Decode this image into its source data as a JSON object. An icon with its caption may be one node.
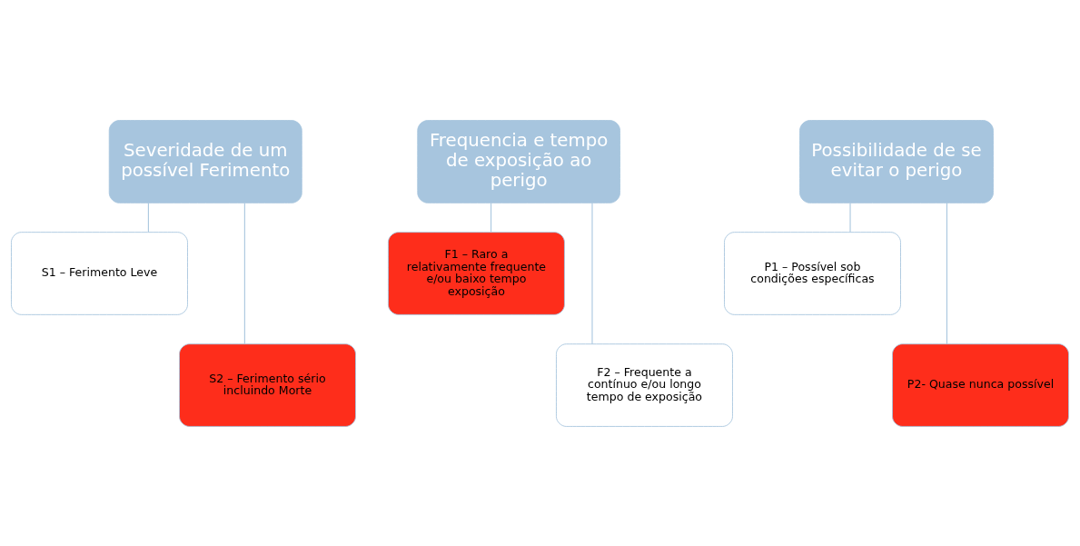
{
  "diagram": {
    "nodes": [
      {
        "text": [
          "Severidade de um possível Ferimento"
        ]
      },
      {
        "text": [
          "S1 – Ferimento Leve"
        ]
      },
      {
        "text": [
          "S2 – Ferimento sério incluindo Morte"
        ]
      },
      {
        "text": [
          "Frequencia e tempo de exposição ao perigo"
        ]
      },
      {
        "text": [
          "F1 – Raro a relativamente frequente e/ou baixo tempo exposição"
        ]
      },
      {
        "text": [
          "F2 – Frequente a contínuo e/ou longo tempo de exposição"
        ]
      },
      {
        "text": [
          "Possibilidade de se evitar o perigo"
        ]
      },
      {
        "text": [
          "P1 – Possível sob condições específicas"
        ]
      },
      {
        "text": [
          "P2- Quase nunca possível"
        ]
      }
    ],
    "edges": [
      {
        "from": 0,
        "to": 1,
        "arrow": "none"
      },
      {
        "from": 0,
        "to": 2,
        "arrow": "none"
      },
      {
        "from": 3,
        "to": 4,
        "arrow": "none"
      },
      {
        "from": 3,
        "to": 5,
        "arrow": "none"
      },
      {
        "from": 6,
        "to": 7,
        "arrow": "none"
      },
      {
        "from": 6,
        "to": 8,
        "arrow": "none"
      }
    ]
  }
}
